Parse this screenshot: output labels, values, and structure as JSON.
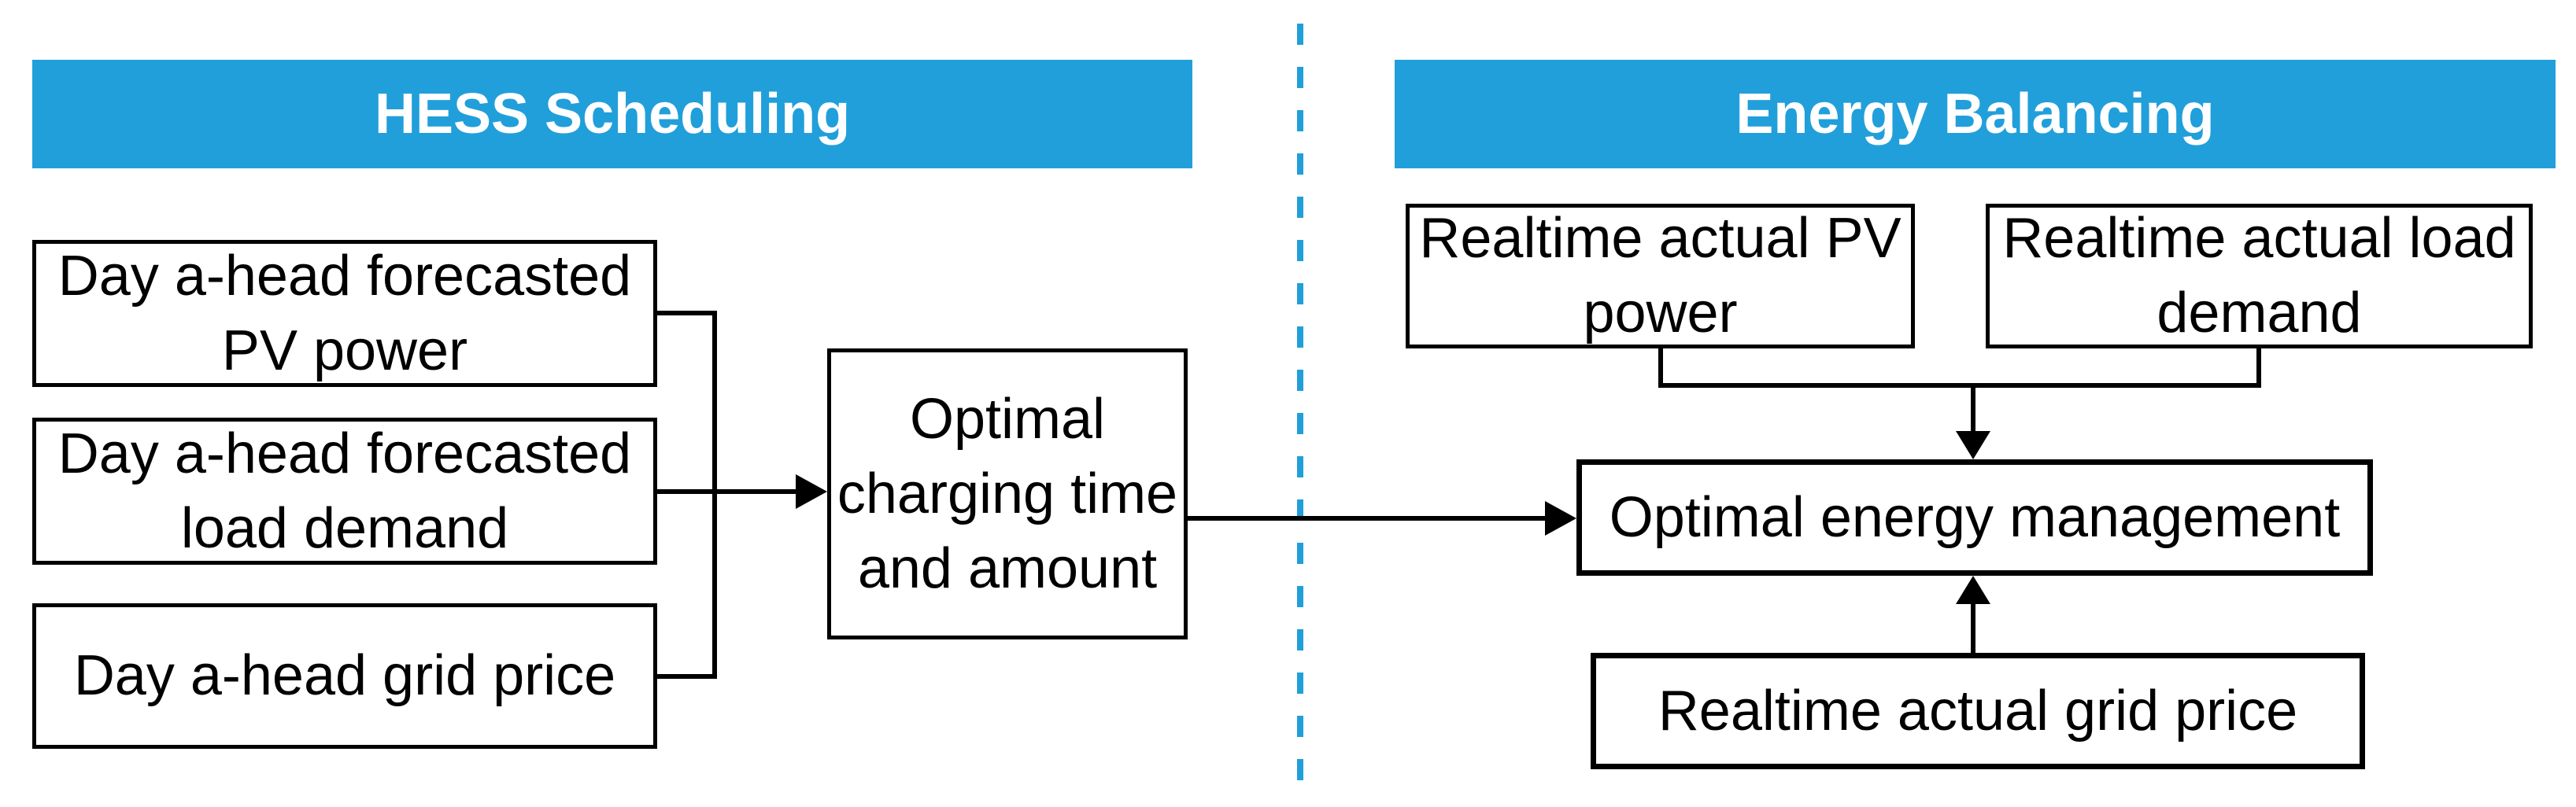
{
  "colors": {
    "accent": "#219FDA",
    "line": "#000000",
    "box_text": "#000000",
    "header_text": "#FFFFFF",
    "background": "#FFFFFF"
  },
  "headers": {
    "left": "HESS Scheduling",
    "right": "Energy Balancing"
  },
  "hess_scheduling": {
    "inputs": [
      {
        "lines": [
          "Day a-head forecasted",
          "PV power"
        ]
      },
      {
        "lines": [
          "Day a-head forecasted",
          "load demand"
        ]
      },
      {
        "lines": [
          "Day a-head grid price"
        ]
      }
    ],
    "output": {
      "lines": [
        "Optimal",
        "charging time",
        "and amount"
      ]
    }
  },
  "energy_balancing": {
    "inputs": [
      {
        "lines": [
          "Realtime actual PV",
          "power"
        ]
      },
      {
        "lines": [
          "Realtime actual load",
          "demand"
        ]
      }
    ],
    "process": {
      "lines": [
        "Optimal energy management"
      ]
    },
    "price_input": {
      "lines": [
        "Realtime actual grid price"
      ]
    }
  }
}
